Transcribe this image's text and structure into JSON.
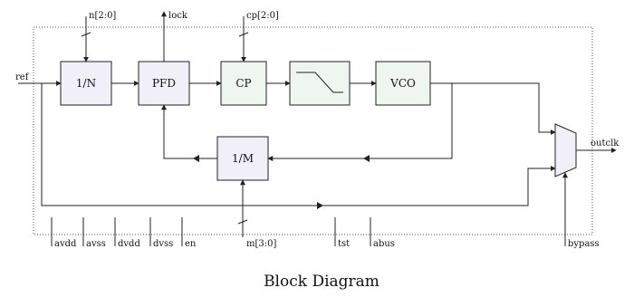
{
  "caption": "Block Diagram",
  "blocks": {
    "div_n": "1/N",
    "pfd": "PFD",
    "cp": "CP",
    "vco": "VCO",
    "div_m": "1/M"
  },
  "signals": {
    "ref": "ref",
    "n_bus": "n[2:0]",
    "lock": "lock",
    "cp_bus": "cp[2:0]",
    "outclk": "outclk",
    "m_bus": "m[3:0]",
    "bypass": "bypass",
    "avdd": "avdd",
    "avss": "avss",
    "dvdd": "dvdd",
    "dvss": "dvss",
    "en": "en",
    "tst": "tst",
    "abus": "abus"
  },
  "colors": {
    "block_fill": "#f1f0f8",
    "block_fill_green": "#eef6ef",
    "outline": "#222222"
  }
}
